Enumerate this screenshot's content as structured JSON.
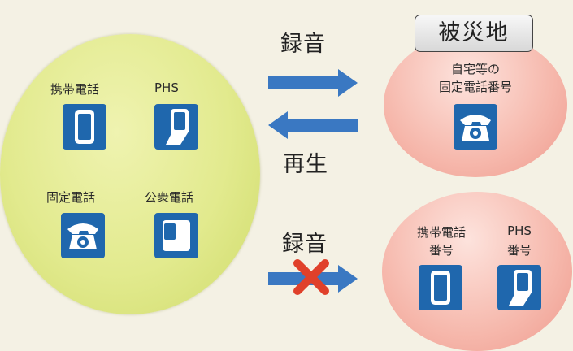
{
  "left_group": {
    "mobile_label": "携帯電話",
    "phs_label": "PHS",
    "landline_label": "固定電話",
    "public_label": "公衆電話"
  },
  "arrows": {
    "record_top": "録音",
    "playback": "再生",
    "record_bottom": "録音"
  },
  "disaster_area": {
    "title": "被災地",
    "home_line1": "自宅等の",
    "home_line2": "固定電話番号"
  },
  "bottom_right": {
    "mobile_line1": "携帯電話",
    "mobile_line2": "番号",
    "phs_line1": "PHS",
    "phs_line2": "番号"
  },
  "colors": {
    "icon_blue": "#1f67ad",
    "arrow_blue": "#3a78c2",
    "cross_red": "#e0402a",
    "green_ellipse": "#e2ea8e",
    "pink_ellipse": "#f6b8ac"
  },
  "icons": [
    "mobile-phone-icon",
    "phs-icon",
    "landline-phone-icon",
    "public-phone-icon",
    "cross-icon"
  ]
}
